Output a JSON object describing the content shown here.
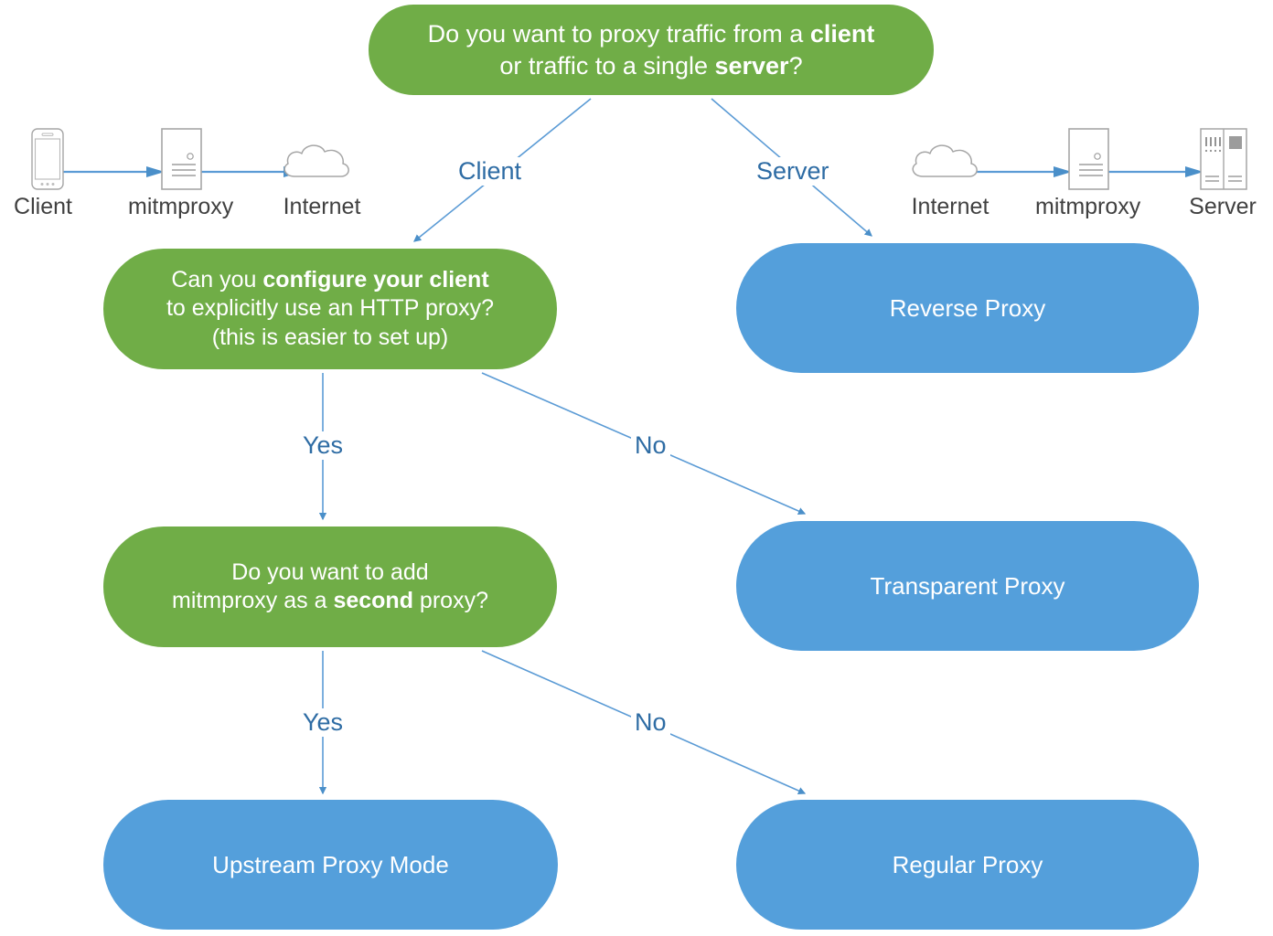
{
  "diagram": {
    "title": "mitmproxy mode decision flowchart",
    "colors": {
      "green": "#70ad47",
      "blue": "#549fdb",
      "edge_line": "#5b9bd5",
      "edge_label_text": "#2e6ca4",
      "icon_caption_text": "#404040",
      "icon_stroke": "#a6a6a6",
      "node_text": "#ffffff"
    }
  },
  "nodes": {
    "root": {
      "id": "root-question",
      "kind": "question",
      "line1_pre": "Do you want to proxy traffic from a ",
      "line1_bold": "client",
      "line2_pre": "or traffic to a single ",
      "line2_bold": "server",
      "line2_post": "?"
    },
    "configure": {
      "id": "configure-question",
      "kind": "question",
      "line1_pre": "Can you ",
      "line1_bold": "configure your client",
      "line2": "to explicitly use an HTTP proxy?",
      "line3": "(this is easier to set up)"
    },
    "second": {
      "id": "second-proxy-question",
      "kind": "question",
      "line1": "Do you want to add",
      "line2_pre": "mitmproxy as a ",
      "line2_bold": "second",
      "line2_post": " proxy?"
    },
    "reverse": {
      "id": "reverse-proxy",
      "kind": "result",
      "label": "Reverse Proxy"
    },
    "transparent": {
      "id": "transparent-proxy",
      "kind": "result",
      "label": "Transparent Proxy"
    },
    "upstream": {
      "id": "upstream-proxy-mode",
      "kind": "result",
      "label": "Upstream Proxy Mode"
    },
    "regular": {
      "id": "regular-proxy",
      "kind": "result",
      "label": "Regular Proxy"
    }
  },
  "edges": [
    {
      "from": "root",
      "to": "configure",
      "label": "Client"
    },
    {
      "from": "root",
      "to": "reverse",
      "label": "Server"
    },
    {
      "from": "configure",
      "to": "second",
      "label": "Yes"
    },
    {
      "from": "configure",
      "to": "transparent",
      "label": "No"
    },
    {
      "from": "second",
      "to": "upstream",
      "label": "Yes"
    },
    {
      "from": "second",
      "to": "regular",
      "label": "No"
    }
  ],
  "edge_labels": {
    "client": "Client",
    "server": "Server",
    "yes_1": "Yes",
    "no_1": "No",
    "yes_2": "Yes",
    "no_2": "No"
  },
  "icon_diagrams": {
    "left": {
      "name": "client-to-internet-flow",
      "items": [
        {
          "icon": "phone-icon",
          "caption": "Client"
        },
        {
          "icon": "document-proxy-icon",
          "caption": "mitmproxy"
        },
        {
          "icon": "cloud-icon",
          "caption": "Internet"
        }
      ]
    },
    "right": {
      "name": "internet-to-server-flow",
      "items": [
        {
          "icon": "cloud-icon",
          "caption": "Internet"
        },
        {
          "icon": "document-proxy-icon",
          "caption": "mitmproxy"
        },
        {
          "icon": "server-rack-icon",
          "caption": "Server"
        }
      ]
    }
  }
}
